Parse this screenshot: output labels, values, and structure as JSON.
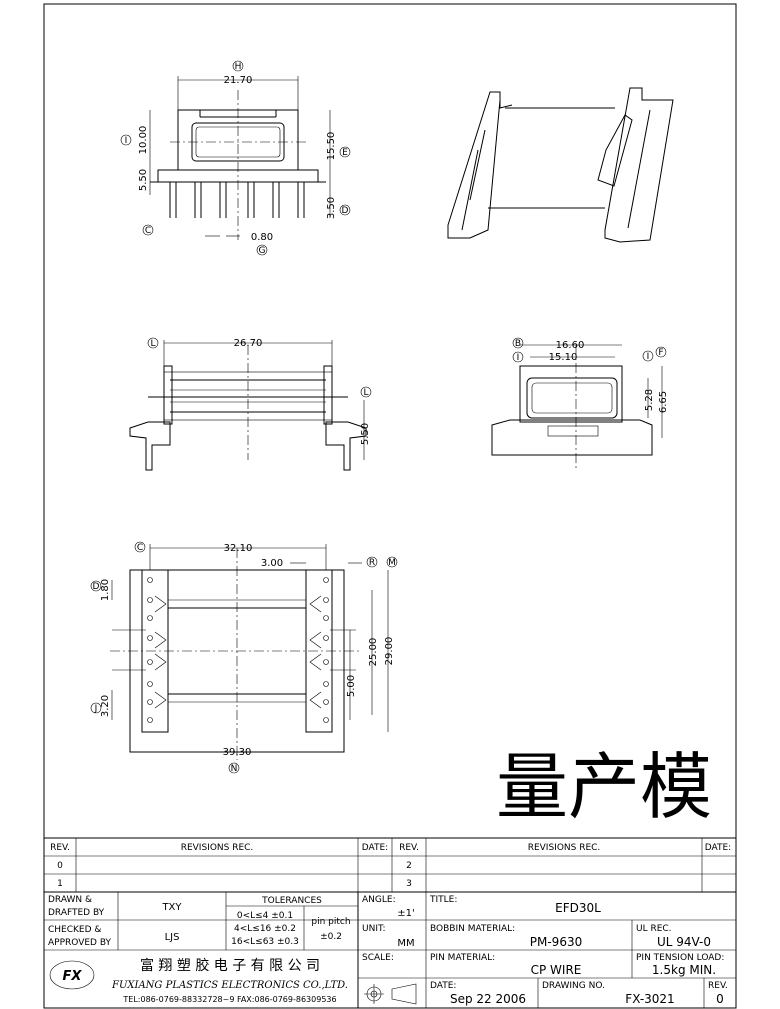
{
  "views": {
    "front": {
      "dim_top": "21.70",
      "dim_left": "10.00",
      "dim_right": "15.50",
      "dim_left_low": "5.50",
      "dim_right_low": "3.50",
      "dim_bottom": "0.80",
      "bubbles": [
        "H",
        "I",
        "E",
        "C",
        "D",
        "G"
      ]
    },
    "side": {
      "dim_top": "26.70",
      "dim_right": "5.50",
      "bubbles": [
        "L",
        "L"
      ]
    },
    "end": {
      "dim_top_outer": "16.60",
      "dim_top_inner": "15.10",
      "dim_inner_h": "5.28",
      "dim_outer_h": "6.65",
      "bubbles": [
        "B",
        "I",
        "I",
        "F"
      ]
    },
    "bottom": {
      "dim_top": "32.10",
      "dim_pin_off": "3.00",
      "dim_left_top": "1.80",
      "dim_left_bot": "3.20",
      "dim_right_small": "5.00",
      "dim_right_mid": "25.00",
      "dim_right_big": "29.00",
      "dim_bottom": "39.30",
      "bubbles": [
        "C",
        "R",
        "M",
        "D",
        "J",
        "N"
      ]
    }
  },
  "stamp": "量产模",
  "title_block": {
    "rev_header": "REV.",
    "revisions_header": "REVISIONS   REC.",
    "date_header": "DATE:",
    "rev_rows_left": [
      "0",
      "1"
    ],
    "rev_rows_right": [
      "2",
      "3"
    ],
    "drawn_label": "DRAWN  &\nDRAFTED  BY",
    "drawn_label_1": "DRAWN  &",
    "drawn_label_2": "DRAFTED  BY",
    "drawn_value": "TXY",
    "checked_label_1": "CHECKED  &",
    "checked_label_2": "APPROVED  BY",
    "checked_value": "LJS",
    "tolerances_label": "TOLERANCES",
    "tol_1": "0<L≤4    ±0.1",
    "tol_2": "4<L≤16   ±0.2",
    "tol_3": "16<L≤63  ±0.3",
    "pin_pitch_label": "pin  pitch",
    "pin_pitch_value": "±0.2",
    "angle_label": "ANGLE:",
    "angle_value": "±1'",
    "unit_label": "UNIT:",
    "unit_value": "MM",
    "scale_label": "SCALE:",
    "title_label": "TITLE:",
    "title_value": "EFD30L",
    "bobbin_label": "BOBBIN  MATERIAL:",
    "bobbin_value": "PM-9630",
    "ul_label": "UL  REC.",
    "ul_value": "UL  94V-0",
    "pin_material_label": "PIN  MATERIAL:",
    "pin_material_value": "CP  WIRE",
    "pin_tension_label": "PIN  TENSION  LOAD:",
    "pin_tension_value": "1.5kg  MIN.",
    "date_label": "DATE:",
    "date_value": "Sep  22  2006",
    "drawing_no_label": "DRAWING  NO.",
    "drawing_no_value": "FX-3021",
    "rev_label": "REV.",
    "rev_value": "0",
    "company_cn": "富 翔 塑 胶 电 子 有 限 公 司",
    "company_en": "FUXIANG  PLASTICS  ELECTRONICS  CO.,LTD.",
    "company_contact": "TEL:086-0769-88332728~9  FAX:086-0769-86309536",
    "logo_text": "FX"
  }
}
